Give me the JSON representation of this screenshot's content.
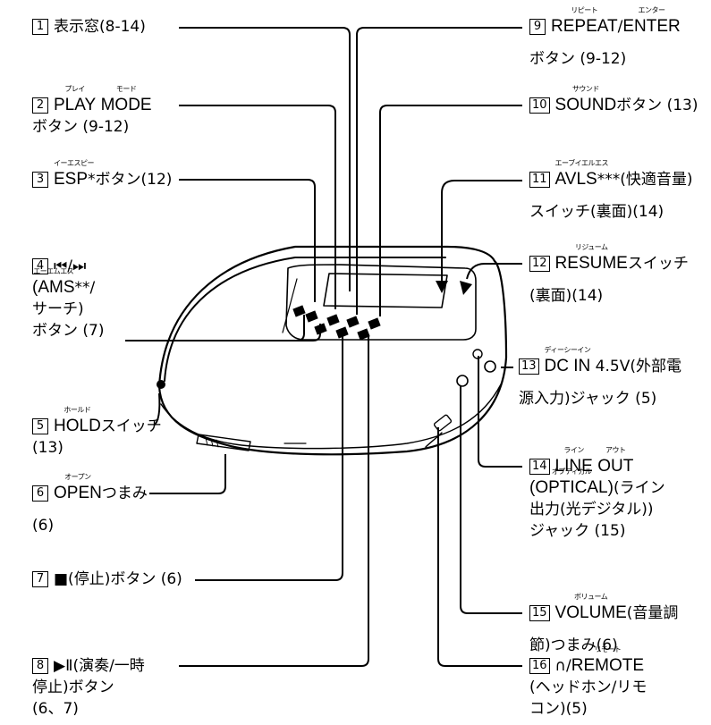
{
  "callouts": [
    {
      "num": "1",
      "lines": [
        [
          "表示窓(8-14)"
        ]
      ]
    },
    {
      "num": "9",
      "lines": [
        [
          {
            "t": "REPEAT",
            "r": "リピート"
          },
          "/",
          {
            "t": "ENTER",
            "r": "エンター"
          }
        ],
        [
          "ボタン (9-12)"
        ]
      ]
    },
    {
      "num": "2",
      "lines": [
        [
          {
            "t": "PLAY",
            "r": "プレイ"
          },
          " ",
          {
            "t": "MODE",
            "r": "モード"
          }
        ],
        [
          "ボタン (9-12)"
        ]
      ]
    },
    {
      "num": "10",
      "lines": [
        [
          {
            "t": "SOUND",
            "r": "サウンド"
          },
          "ボタン (13)"
        ]
      ]
    },
    {
      "num": "3",
      "lines": [
        [
          {
            "t": "ESP",
            "r": "イーエスピー"
          },
          "*ボタン(12)"
        ]
      ]
    },
    {
      "num": "11",
      "lines": [
        [
          {
            "t": "AVLS",
            "r": "エーブイエルエス"
          },
          "***(快適音量)"
        ],
        [
          "スイッチ(裏面)(14)"
        ]
      ]
    },
    {
      "num": "4",
      "lines": [
        [
          "⏮/⏭"
        ],
        [
          {
            "t": "(AMS",
            "r": "エーエムエス"
          },
          "**/"
        ],
        [
          "サーチ)"
        ],
        [
          "ボタン (7)"
        ]
      ]
    },
    {
      "num": "12",
      "lines": [
        [
          {
            "t": "RESUME",
            "r": "リジューム"
          },
          "スイッチ"
        ],
        [
          "(裏面)(14)"
        ]
      ]
    },
    {
      "num": "13",
      "lines": [
        [
          {
            "t": "DC IN",
            "r": "ディーシーイン"
          },
          " 4.5V(外部電"
        ],
        [
          "源入力)ジャック (5)"
        ]
      ]
    },
    {
      "num": "5",
      "lines": [
        [
          {
            "t": "HOLD",
            "r": "ホールド"
          },
          "スイッチ"
        ],
        [
          "(13)"
        ]
      ]
    },
    {
      "num": "14",
      "lines": [
        [
          {
            "t": "LINE",
            "r": "ライン"
          },
          " ",
          {
            "t": "OUT",
            "r": "アウト"
          }
        ],
        [
          {
            "t": "(OPTICAL)",
            "r": "オプティカル"
          },
          "(ライン"
        ],
        [
          "出力(光デジタル))"
        ],
        [
          "ジャック (15)"
        ]
      ]
    },
    {
      "num": "6",
      "lines": [
        [
          {
            "t": "OPEN",
            "r": "オープン"
          },
          "つまみ"
        ],
        [
          "(6)"
        ]
      ]
    },
    {
      "num": "7",
      "lines": [
        [
          "■(停止)ボタン (6)"
        ]
      ]
    },
    {
      "num": "15",
      "lines": [
        [
          {
            "t": "VOLUME",
            "r": "ボリューム"
          },
          "(音量調"
        ],
        [
          "節)つまみ(6)"
        ]
      ]
    },
    {
      "num": "8",
      "lines": [
        [
          "▶Ⅱ(演奏/一時"
        ],
        [
          "停止)ボタン"
        ],
        [
          "(6、7)"
        ]
      ]
    },
    {
      "num": "16",
      "lines": [
        [
          "∩/",
          {
            "t": "REMOTE",
            "r": "リモート"
          }
        ],
        [
          "(ヘッドホン/リモ"
        ],
        [
          "コン)(5)"
        ]
      ]
    }
  ]
}
